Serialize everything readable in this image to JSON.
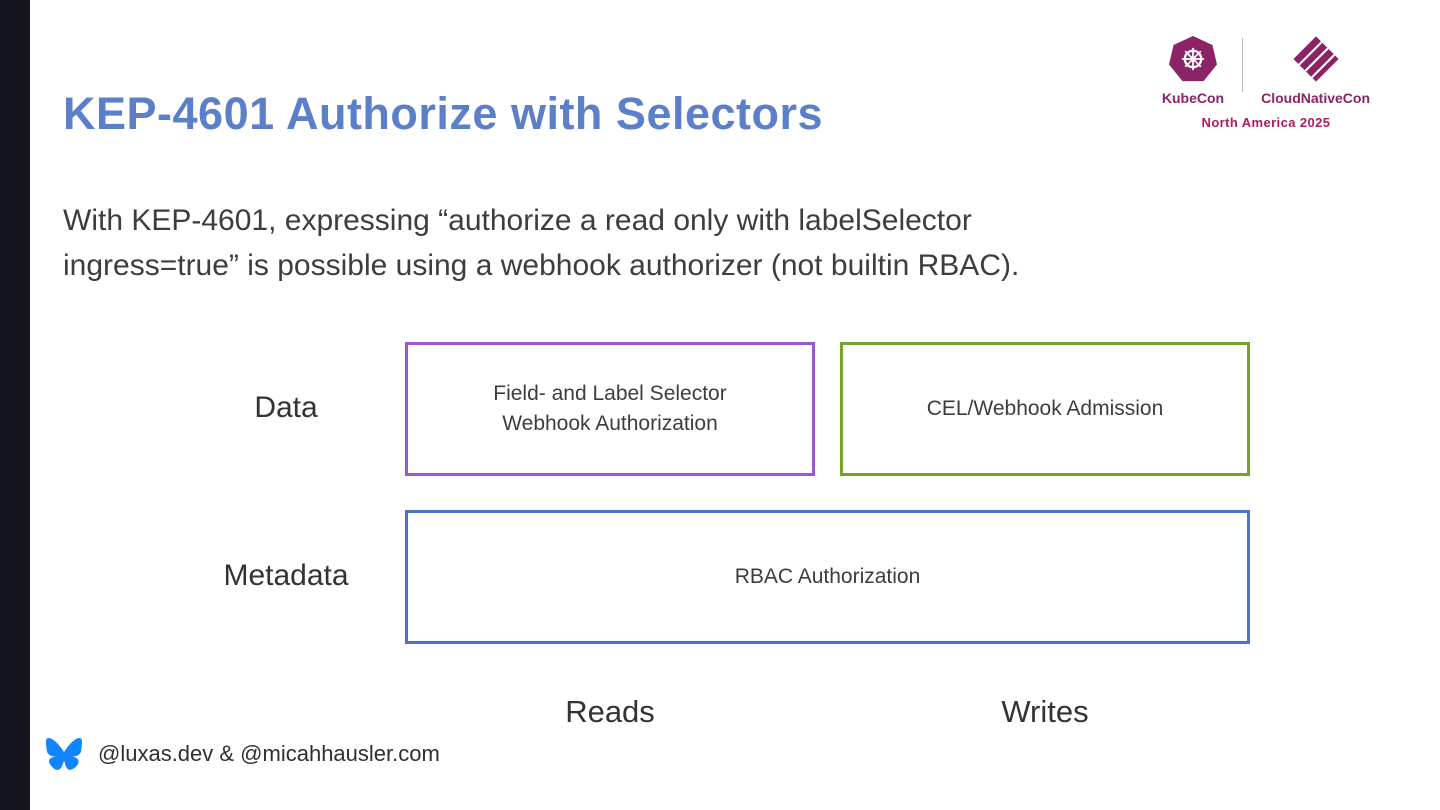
{
  "slide": {
    "title": "KEP-4601 Authorize with Selectors"
  },
  "logos": {
    "kubecon": "KubeCon",
    "cloudnativecon": "CloudNativeCon",
    "event": "North America 2025"
  },
  "body": {
    "line1": "With KEP-4601, expressing “authorize a read only with labelSelector",
    "line2": "ingress=true” is possible using a webhook authorizer (not builtin RBAC)."
  },
  "diagram": {
    "rows": {
      "data": "Data",
      "metadata": "Metadata"
    },
    "boxes": {
      "selector_webhook_line1": "Field- and Label Selector",
      "selector_webhook_line2": "Webhook Authorization",
      "cel_admission": "CEL/Webhook Admission",
      "rbac": "RBAC Authorization"
    },
    "columns": {
      "reads": "Reads",
      "writes": "Writes"
    }
  },
  "footer": {
    "handle": "@luxas.dev & @micahhausler.com"
  },
  "colors": {
    "title_blue": "#5b7fc9",
    "box_purple": "#9b57d3",
    "box_green": "#74a22d",
    "box_blue": "#4c74c2",
    "logo_plum": "#8b2467",
    "event_magenta": "#b11a5f",
    "bluesky_blue": "#1185fe",
    "edge_strip": "#15151f",
    "text_dark": "#3d3d3d"
  }
}
